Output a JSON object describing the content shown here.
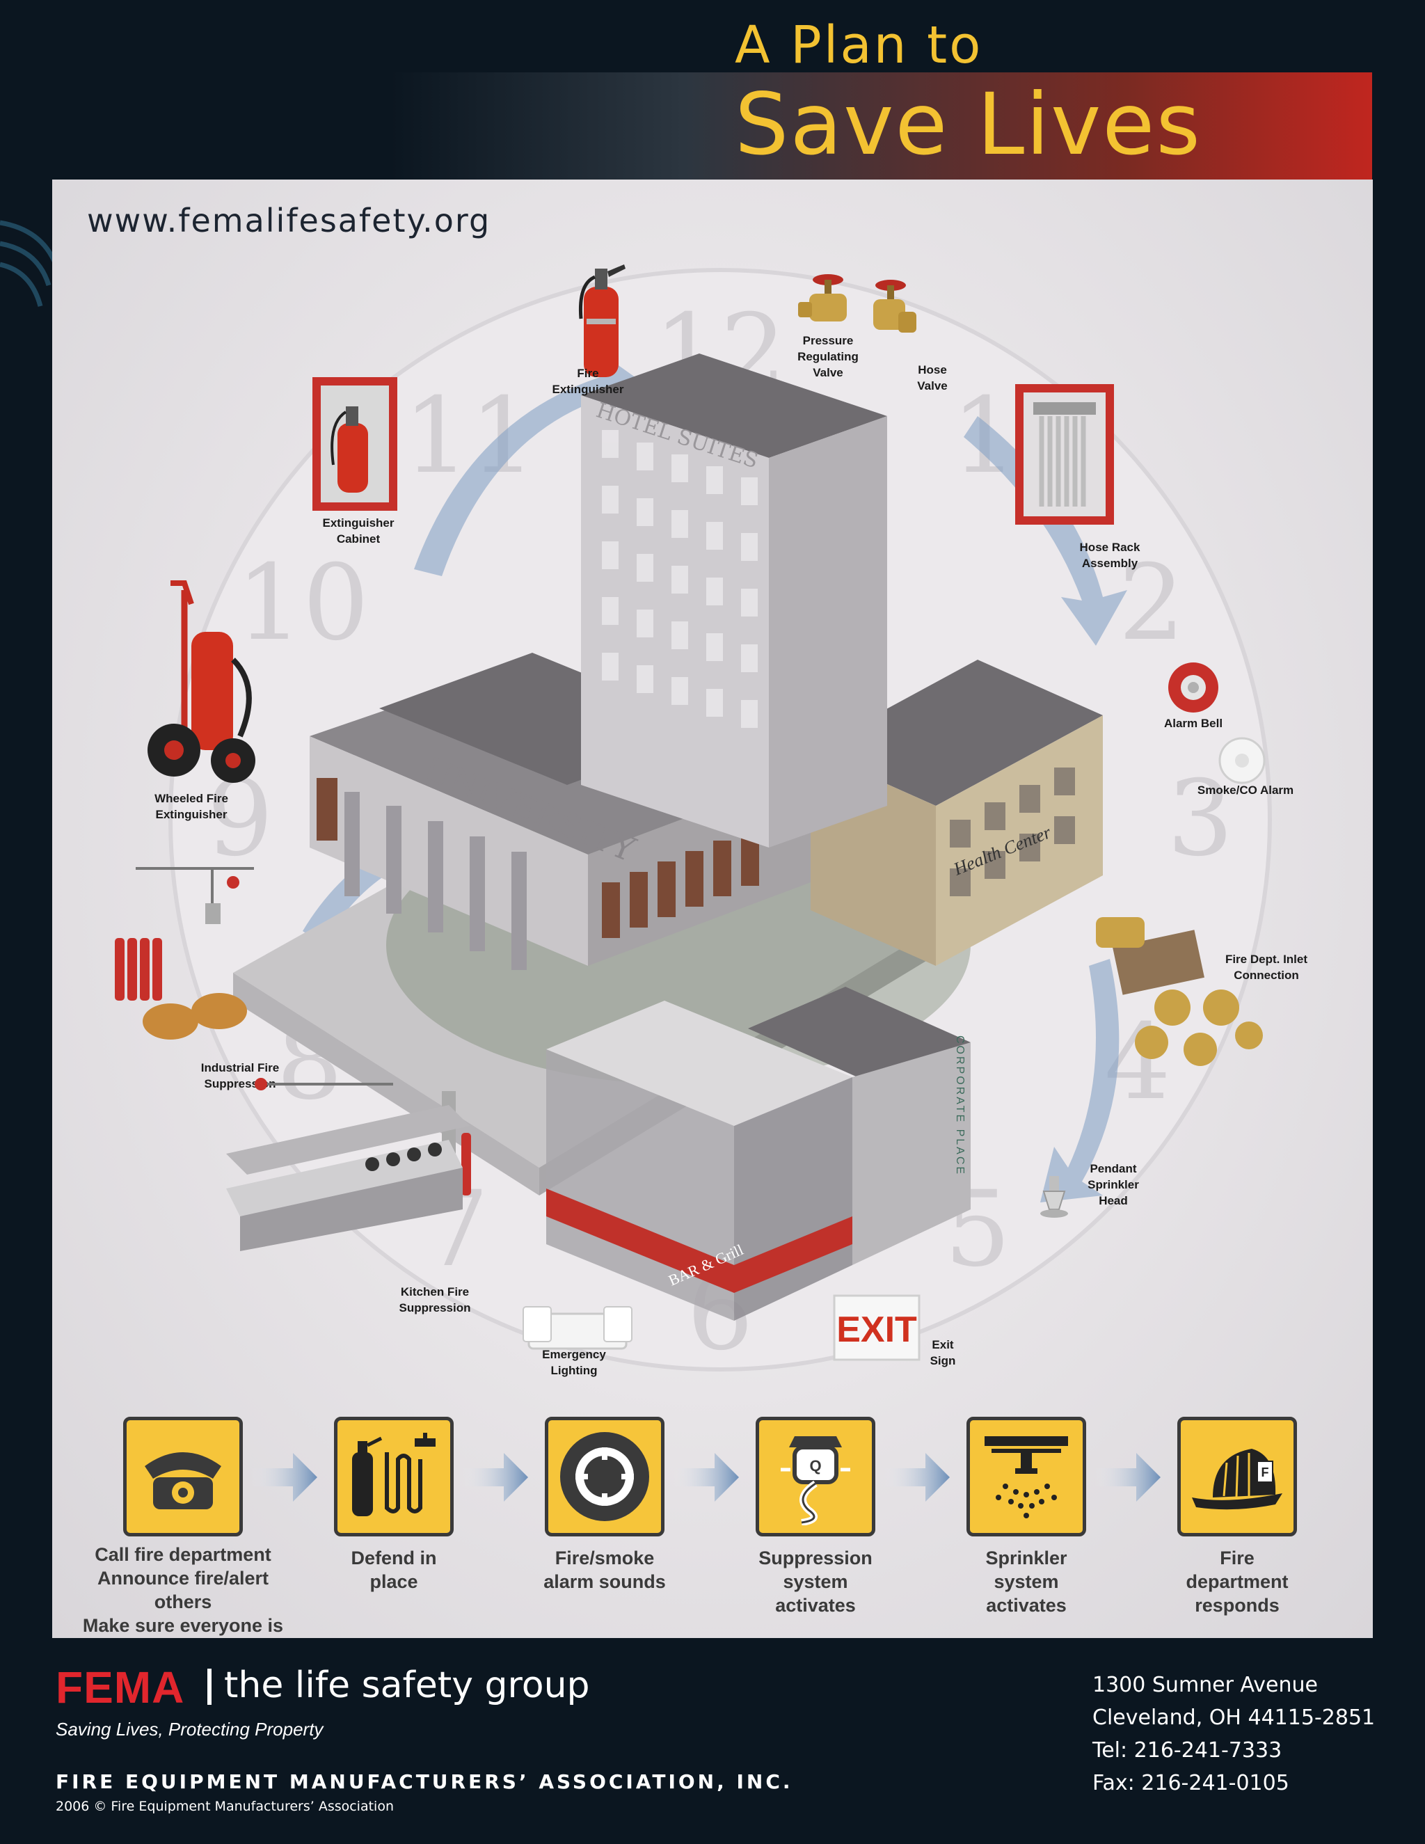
{
  "header": {
    "title_line1": "A Plan to",
    "title_line2": "Save Lives"
  },
  "panel": {
    "url": "www.femalifesafety.org",
    "clock_numbers": [
      "12",
      "1",
      "2",
      "3",
      "4",
      "5",
      "6",
      "7",
      "8",
      "9",
      "10",
      "11"
    ],
    "building_signs": {
      "tower": "HOTEL SUITES",
      "university": "UNIVERSITY",
      "health": "Health Center",
      "corporate": "CORPORATE PLACE",
      "bar": "BAR & Grill",
      "exit": "EXIT"
    }
  },
  "devices": [
    {
      "id": "fire-extinguisher",
      "label": "Fire\nExtinguisher"
    },
    {
      "id": "pressure-regulating-valve",
      "label": "Pressure\nRegulating\nValve"
    },
    {
      "id": "hose-valve",
      "label": "Hose\nValve"
    },
    {
      "id": "extinguisher-cabinet",
      "label": "Extinguisher\nCabinet"
    },
    {
      "id": "hose-rack-assembly",
      "label": "Hose Rack\nAssembly"
    },
    {
      "id": "wheeled-fire-extinguisher",
      "label": "Wheeled Fire\nExtinguisher"
    },
    {
      "id": "alarm-bell",
      "label": "Alarm Bell"
    },
    {
      "id": "smoke-co-alarm",
      "label": "Smoke/CO Alarm"
    },
    {
      "id": "industrial-fire-suppression",
      "label": "Industrial Fire\nSuppression"
    },
    {
      "id": "fire-dept-inlet-connection",
      "label": "Fire Dept. Inlet\nConnection"
    },
    {
      "id": "kitchen-fire-suppression",
      "label": "Kitchen Fire\nSuppression"
    },
    {
      "id": "pendant-sprinkler-head",
      "label": "Pendant\nSprinkler\nHead"
    },
    {
      "id": "emergency-lighting",
      "label": "Emergency\nLighting"
    },
    {
      "id": "exit-sign",
      "label": "Exit\nSign"
    }
  ],
  "steps": [
    {
      "icon": "telephone-icon",
      "lines": [
        "Call fire department",
        "Announce fire/alert others",
        "Make sure everyone is safe"
      ]
    },
    {
      "icon": "extinguisher-hose-icon",
      "lines": [
        "Defend in",
        "place"
      ]
    },
    {
      "icon": "smoke-alarm-icon",
      "lines": [
        "Fire/smoke",
        "alarm sounds"
      ]
    },
    {
      "icon": "suppression-nozzle-icon",
      "lines": [
        "Suppression",
        "system",
        "activates"
      ]
    },
    {
      "icon": "sprinkler-icon",
      "lines": [
        "Sprinkler",
        "system",
        "activates"
      ]
    },
    {
      "icon": "firefighter-helmet-icon",
      "lines": [
        "Fire",
        "department",
        "responds"
      ]
    }
  ],
  "footer": {
    "logo": "FEMA",
    "group": "the life safety group",
    "tagline": "Saving Lives, Protecting Property",
    "association": "FIRE EQUIPMENT MANUFACTURERS’ ASSOCIATION, INC.",
    "copyright": "2006 © Fire Equipment Manufacturers’ Association",
    "address": [
      "1300 Sumner Avenue",
      "Cleveland, OH  44115-2851",
      "Tel: 216-241-7333",
      "Fax: 216-241-0105"
    ]
  },
  "colors": {
    "background": "#0b1620",
    "title_gold": "#f3c232",
    "banner_red": "#c0261f",
    "step_yellow": "#f6c53a",
    "fema_red": "#e1262d",
    "device_red": "#d0311f"
  }
}
